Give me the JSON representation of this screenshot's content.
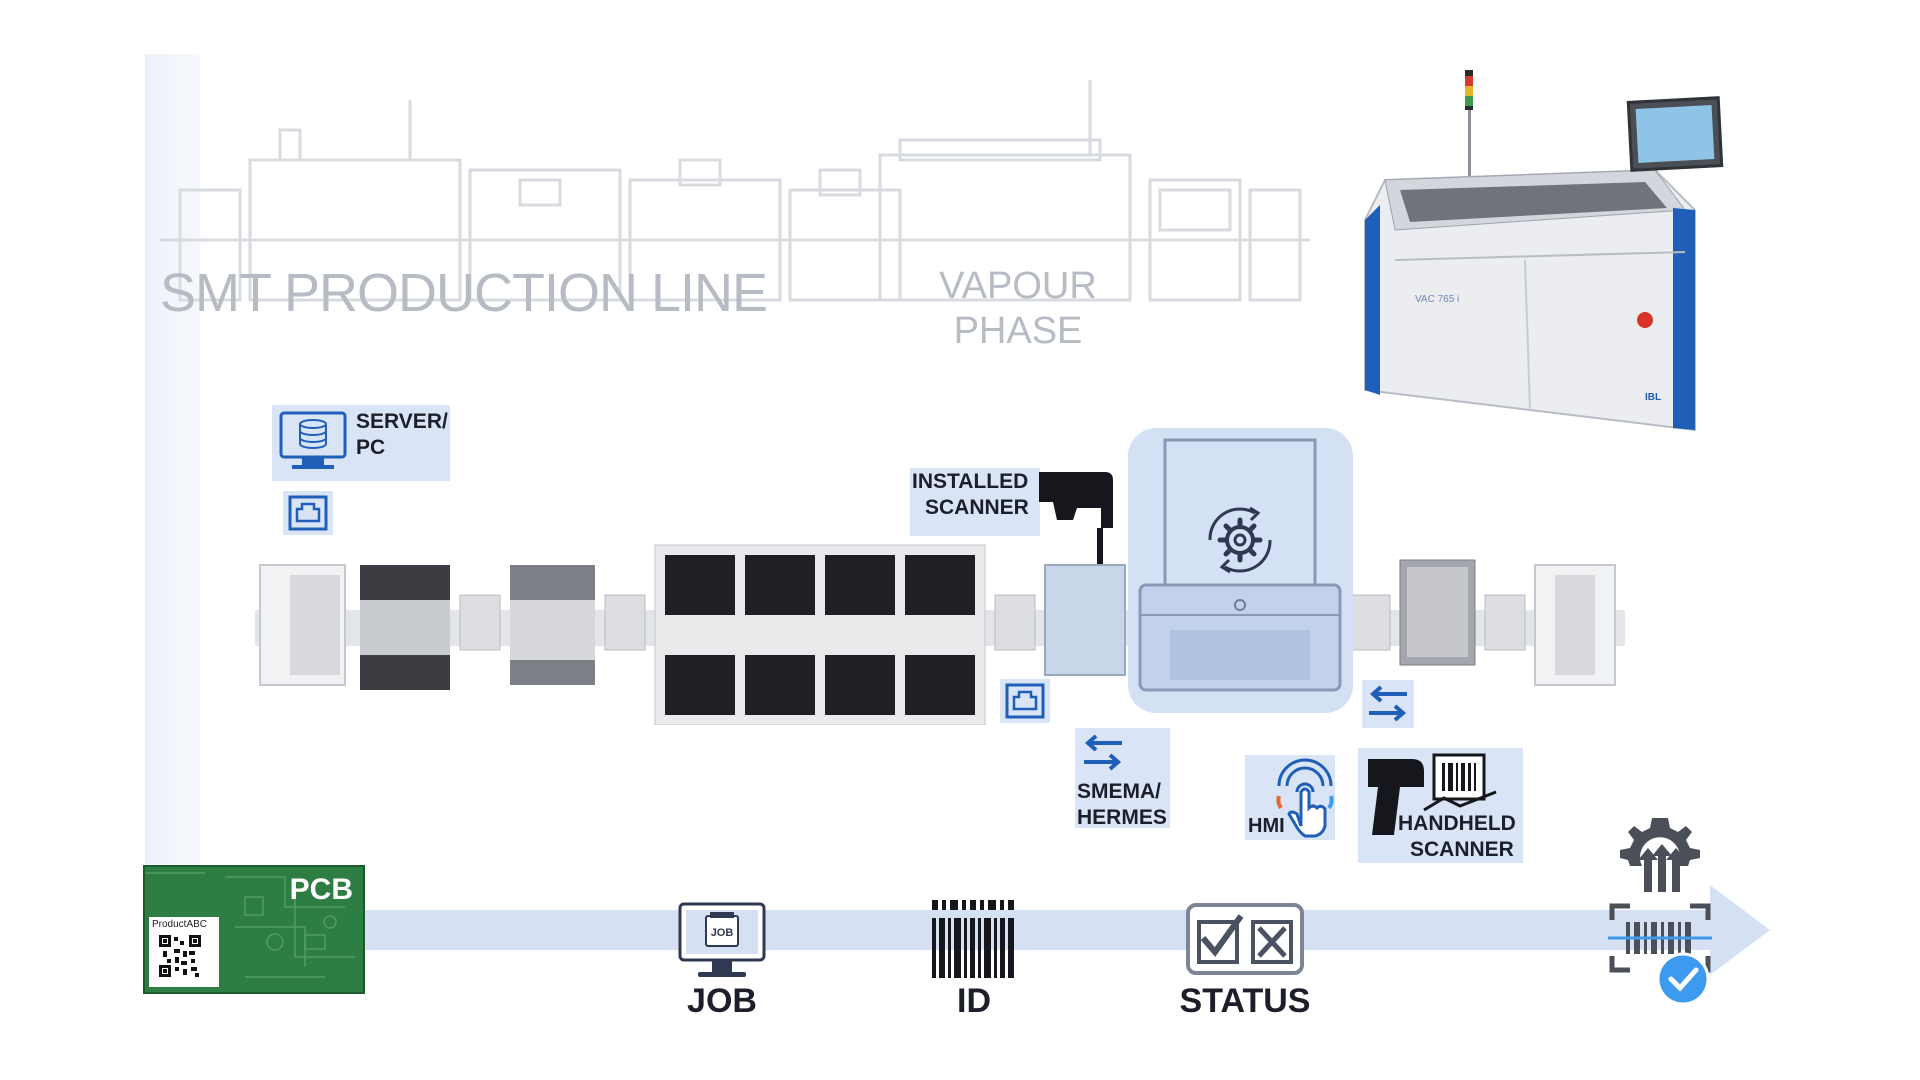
{
  "header": {
    "line_title": "SMT PRODUCTION LINE",
    "vapour_line1": "VAPOUR",
    "vapour_line2": "PHASE"
  },
  "labels": {
    "server_line1": "SERVER/",
    "server_line2": "PC",
    "installed_line1": "INSTALLED",
    "installed_line2": "SCANNER",
    "smema_line1": "SMEMA/",
    "smema_line2": "HERMES",
    "hmi": "HMI",
    "handheld_line1": "HANDHELD",
    "handheld_line2": "SCANNER"
  },
  "pcb": {
    "title": "PCB",
    "product": "ProductABC"
  },
  "machine": {
    "model": "VAC 765 i",
    "brand": "IBL"
  },
  "flow": {
    "job_icon_text": "JOB",
    "job": "JOB",
    "id": "ID",
    "status": "STATUS"
  },
  "colors": {
    "accent_blue": "#1f5fb8",
    "light_blue": "#d9e4f7",
    "arrow_blue": "#d5e1f3",
    "check_blue": "#3d9bef",
    "pcb_green": "#2e7d43",
    "text_dark": "#1c1f2a",
    "faded_text": "#b9bec6"
  },
  "icons": [
    "server-monitor-icon",
    "network-port-icon",
    "scanner-gun-icon",
    "gear-cycle-icon",
    "transfer-arrows-icon",
    "touch-hand-icon",
    "barcode-icon",
    "checkbox-status-icon",
    "gear-upload-icon",
    "check-badge-icon"
  ]
}
